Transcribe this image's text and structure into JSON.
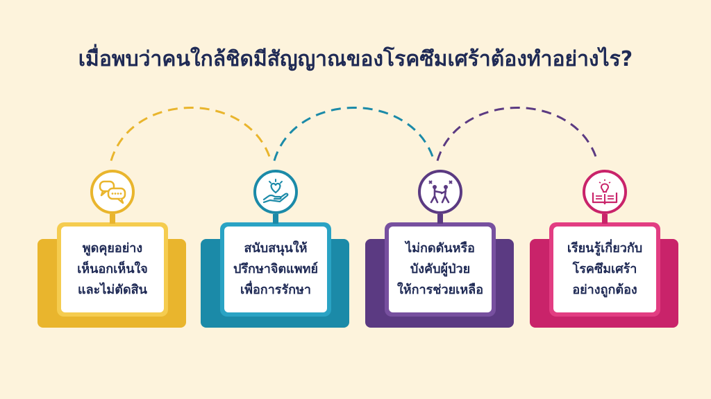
{
  "title": "เมื่อพบว่าคนใกล้ชิดมีสัญญาณของโรคซึมเศร้าต้องทำอย่างไร?",
  "colors": {
    "background": "#fdf3dc",
    "title": "#1f2a55",
    "yellow": "#e9b52d",
    "teal": "#1b8aa8",
    "purple": "#5b3a82",
    "pink": "#c9236a"
  },
  "steps": [
    {
      "icon": "chat-bubbles-icon",
      "color": "yellow",
      "lines": [
        "พูดคุยอย่าง",
        "เห็นอกเห็นใจ",
        "และไม่ตัดสิน"
      ]
    },
    {
      "icon": "heart-hand-icon",
      "color": "teal",
      "lines": [
        "สนับสนุนให้",
        "ปรึกษาจิตแพทย์",
        "เพื่อการรักษา"
      ]
    },
    {
      "icon": "people-pushing-icon",
      "color": "purple",
      "lines": [
        "ไม่กดดันหรือ",
        "บังคับผู้ป่วย",
        "ให้การช่วยเหลือ"
      ]
    },
    {
      "icon": "open-book-bulb-icon",
      "color": "pink",
      "lines": [
        "เรียนรู้เกี่ยวกับ",
        "โรคซึมเศร้า",
        "อย่างถูกต้อง"
      ]
    }
  ]
}
